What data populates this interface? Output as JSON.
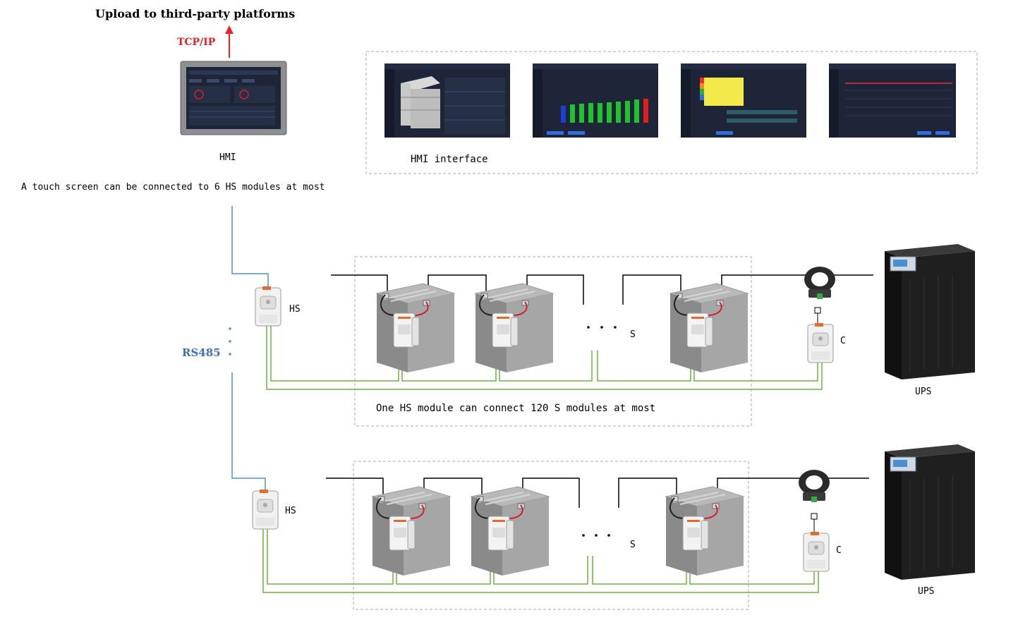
{
  "header": {
    "upload_title": "Upload to third-party platforms",
    "protocol": "TCP/IP"
  },
  "hmi": {
    "label": "HMI",
    "interface_label": "HMI interface",
    "capacity_note": "A touch screen can be connected to 6 HS modules at most"
  },
  "bus": {
    "label": "RS485"
  },
  "string1": {
    "hs_label": "HS",
    "s_label": "S",
    "c_label": "C",
    "ups_label": "UPS",
    "capacity_note": "One HS module can connect 120 S modules at most"
  },
  "string2": {
    "hs_label": "HS",
    "s_label": "S",
    "c_label": "C",
    "ups_label": "UPS"
  },
  "colors": {
    "protocol_red": "#e8202a",
    "bus_blue": "#4f8fd6",
    "rs485_blue": "#3b6fbf",
    "wire_green": "#6db33f",
    "battery_gray": "#8f8f8f",
    "ups_black": "#1b1b1b"
  }
}
